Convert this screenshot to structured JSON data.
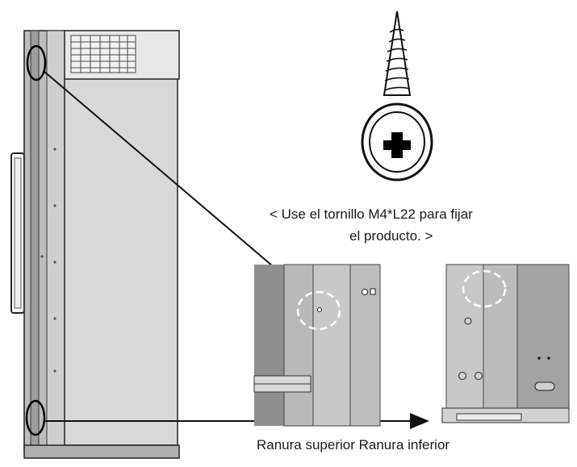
{
  "figure": {
    "screw_note_line1": "< Use el tornillo M4*L22 para fijar",
    "screw_note_line2": "el producto. >",
    "slot_labels": "Ranura superior Ranura inferior"
  },
  "colors": {
    "cabinet_side": "#d6d6d6",
    "cabinet_dark": "#9a9a9a",
    "detail_panel": "#a9a9a9",
    "detail_light": "#c8c8c8",
    "line": "#111111"
  }
}
